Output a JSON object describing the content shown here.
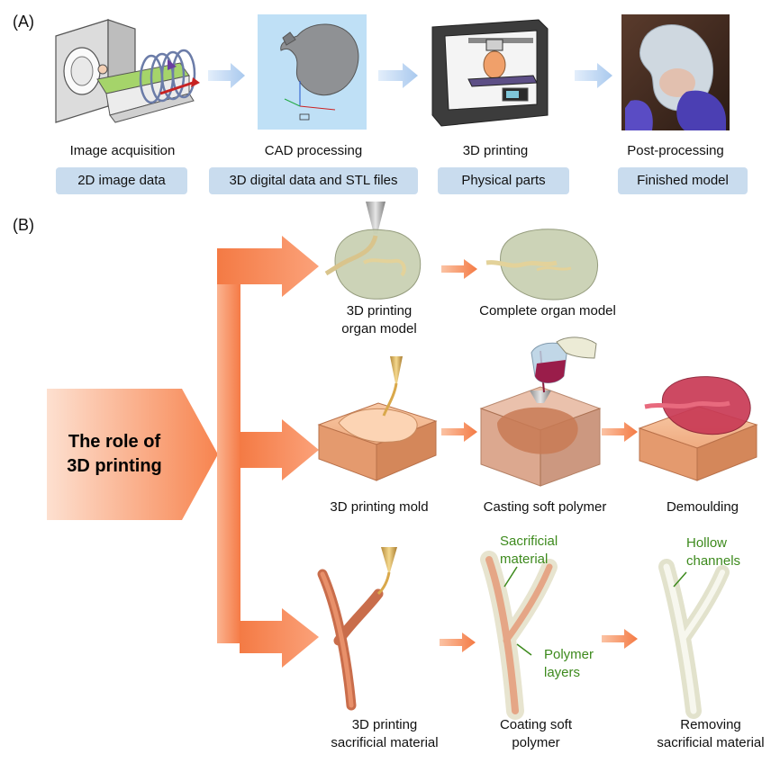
{
  "panels": {
    "a_label": "(A)",
    "b_label": "(B)"
  },
  "workflow": [
    {
      "caption": "Image acquisition",
      "pill": "2D image data"
    },
    {
      "caption": "CAD processing",
      "pill": "3D digital data and STL files"
    },
    {
      "caption": "3D printing",
      "pill": "Physical parts"
    },
    {
      "caption": "Post-processing",
      "pill": "Finished model"
    }
  ],
  "role": {
    "line1": "The role of",
    "line2": "3D printing"
  },
  "row1": {
    "step1": {
      "line1": "3D printing",
      "line2": "organ model"
    },
    "step2": {
      "line1": "Complete organ model"
    }
  },
  "row2": {
    "step1": {
      "line1": "3D printing mold"
    },
    "step2": {
      "line1": "Casting soft polymer"
    },
    "step3": {
      "line1": "Demoulding"
    }
  },
  "row3": {
    "step1": {
      "line1": "3D printing",
      "line2": "sacrificial material"
    },
    "step2": {
      "line1": "Coating soft",
      "line2": "polymer"
    },
    "step3": {
      "line1": "Removing",
      "line2": "sacrificial material"
    },
    "callouts": {
      "sacrificial_1": "Sacrificial",
      "sacrificial_2": "material",
      "polymer_1": "Polymer",
      "polymer_2": "layers",
      "hollow_1": "Hollow",
      "hollow_2": "channels"
    }
  },
  "colors": {
    "pill_bg": "#c9dcee",
    "callout_green": "#3d8a1d",
    "arrow_orange": "#f47a4d",
    "flow_arrow_blue": "#b9d3ef"
  }
}
